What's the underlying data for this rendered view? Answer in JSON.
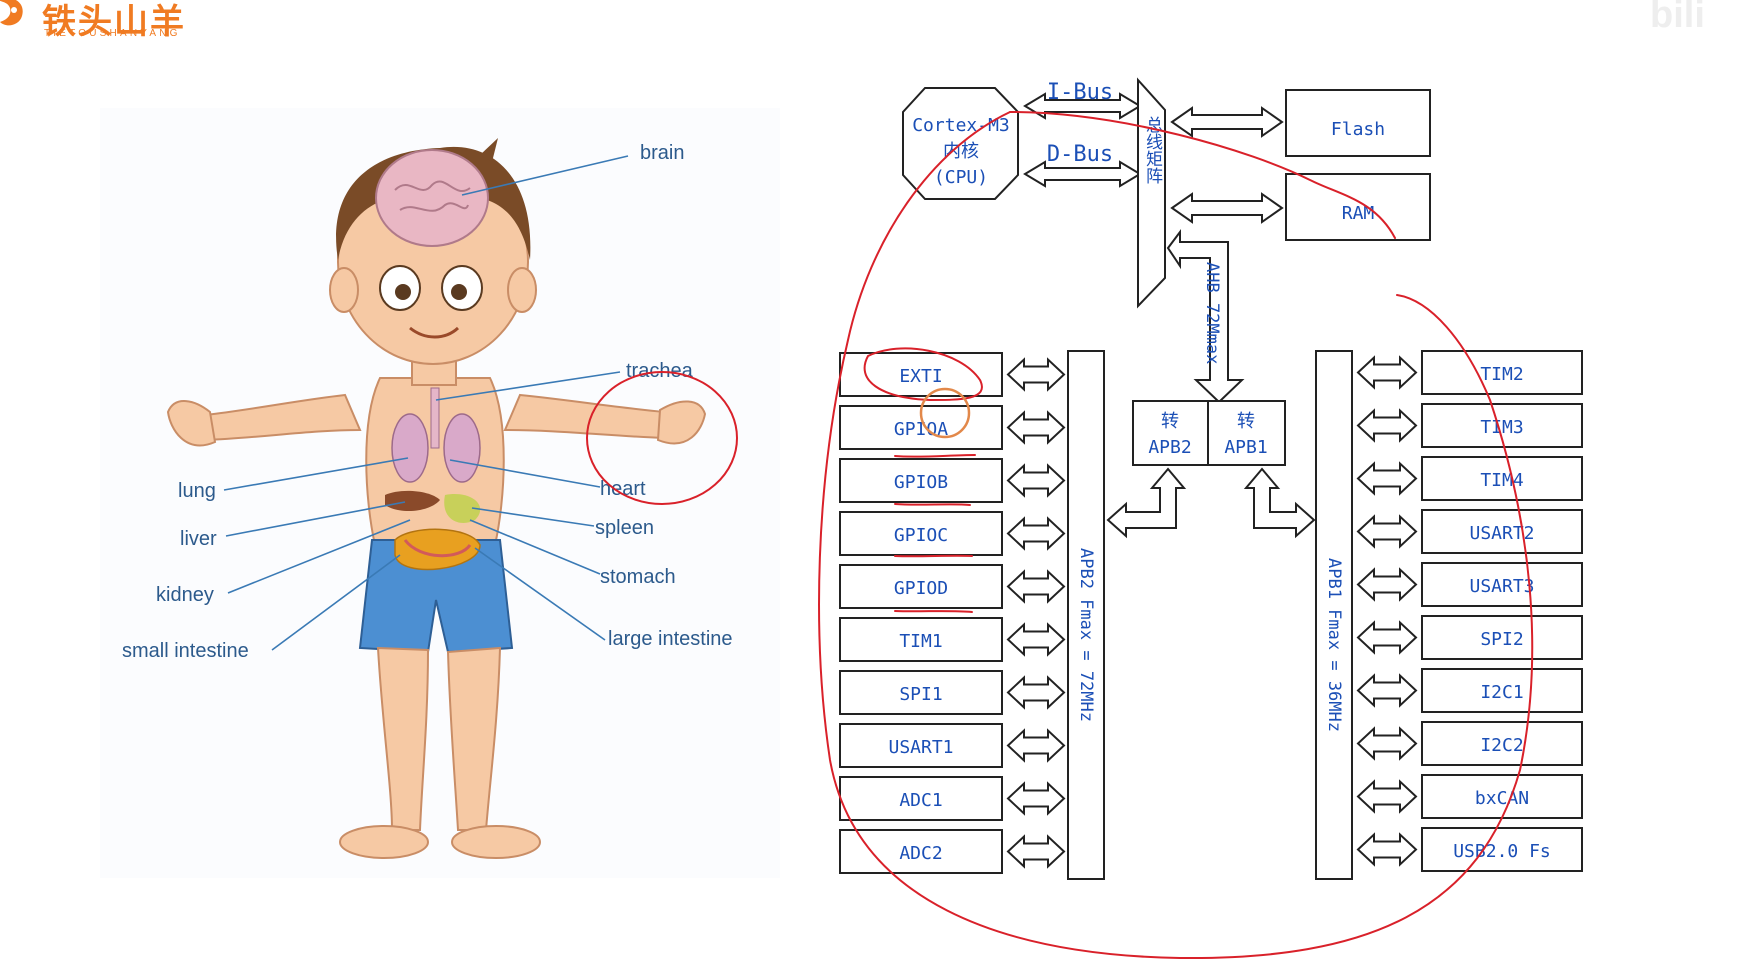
{
  "brand": {
    "name": "铁头山羊",
    "subtitle": "TIETOUSHANYANG",
    "color": "#f07b22",
    "watermark": "bili"
  },
  "anatomy": {
    "labels": {
      "brain": "brain",
      "trachea": "trachea",
      "heart": "heart",
      "lung": "lung",
      "liver": "liver",
      "spleen": "spleen",
      "stomach": "stomach",
      "kidney": "kidney",
      "small_intestine": "small intestine",
      "large_intestine": "large intestine"
    }
  },
  "diagram": {
    "cpu": {
      "line1": "Cortex-M3",
      "line2": "内核",
      "line3": "(CPU)"
    },
    "ibus": "I-Bus",
    "dbus": "D-Bus",
    "bus_matrix": "总线矩阵",
    "flash": "Flash",
    "ram": "RAM",
    "ahb": "AHB 72Mmax",
    "bridge_apb2": {
      "line1": "转",
      "line2": "APB2"
    },
    "bridge_apb1": {
      "line1": "转",
      "line2": "APB1"
    },
    "apb2_bus": "APB2 Fmax = 72MHz",
    "apb1_bus": "APB1 Fmax = 36MHz",
    "apb2_peripherals": [
      "EXTI",
      "GPIOA",
      "GPIOB",
      "GPIOC",
      "GPIOD",
      "TIM1",
      "SPI1",
      "USART1",
      "ADC1",
      "ADC2"
    ],
    "apb1_peripherals": [
      "TIM2",
      "TIM3",
      "TIM4",
      "USART2",
      "USART3",
      "SPI2",
      "I2C1",
      "I2C2",
      "bxCAN",
      "USB2.0 Fs"
    ],
    "ink_color": "#d9212a"
  }
}
